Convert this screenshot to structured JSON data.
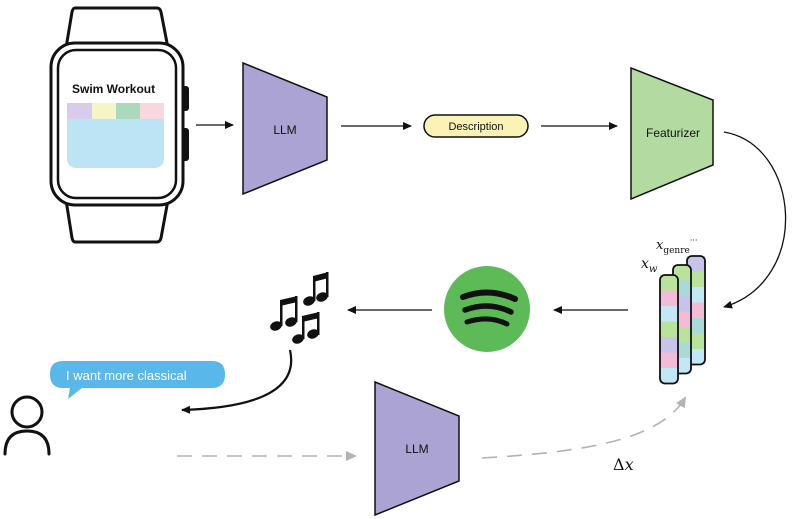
{
  "watch": {
    "title": "Swim Workout"
  },
  "llm_top": {
    "label": "LLM"
  },
  "description_pill": {
    "label": "Description"
  },
  "featurizer": {
    "label": "Featurizer"
  },
  "feature_vectors": {
    "label_w": "w",
    "label_genre": "genre",
    "label_ellipsis": "···"
  },
  "user_message": {
    "text": "I want more classical"
  },
  "llm_bottom": {
    "label": "LLM"
  },
  "delta": {
    "symbol": "Δ",
    "var": "x"
  },
  "colors": {
    "llm_fill": "#aba3d3",
    "featurizer_fill": "#b3dba1",
    "pill_fill": "#fbf2b5",
    "spotify_green": "#5cbb57",
    "bubble_blue": "#5ab7ea",
    "screen_blue": "#bde4f5",
    "feature_palette": [
      "#c2e8f6",
      "#f3bcd6",
      "#a8dbd8",
      "#b9e39b",
      "#c6c4ea"
    ]
  }
}
